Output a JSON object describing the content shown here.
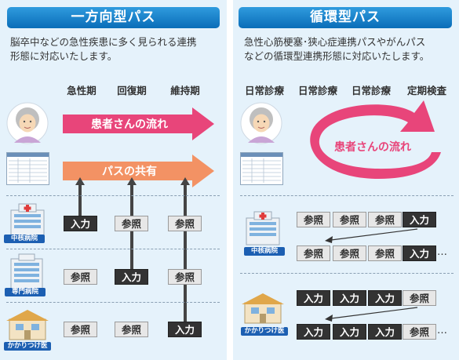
{
  "left": {
    "title": "一方向型パス",
    "description": "脳卒中などの急性疾患に多く見られる連携\n形態に対応いたします。",
    "phases": [
      "急性期",
      "回復期",
      "維持期"
    ],
    "arrow_patient_flow": "患者さんの流れ",
    "arrow_path_share": "パスの共有",
    "rows": [
      {
        "institution": "中核病院",
        "buttons": [
          "入力",
          "参照",
          "参照"
        ]
      },
      {
        "institution": "専門病院",
        "buttons": [
          "参照",
          "入力",
          "参照"
        ]
      },
      {
        "institution": "かかりつけ医",
        "buttons": [
          "参照",
          "参照",
          "入力"
        ]
      }
    ]
  },
  "right": {
    "title": "循環型パス",
    "description": "急性心筋梗塞･狭心症連携パスやがんパス\nなどの循環型連携形態に対応いたします。",
    "phases": [
      "日常診療",
      "日常診療",
      "日常診療",
      "定期検査"
    ],
    "cycle_label": "患者さんの流れ",
    "rows": [
      {
        "institution": "中核病院",
        "top_buttons": [
          "参照",
          "参照",
          "参照",
          "入力"
        ],
        "bottom_buttons": [
          "参照",
          "参照",
          "参照",
          "入力"
        ]
      },
      {
        "institution": "かかりつけ医",
        "top_buttons": [
          "入力",
          "入力",
          "入力",
          "参照"
        ],
        "bottom_buttons": [
          "入力",
          "入力",
          "入力",
          "参照"
        ]
      }
    ],
    "ellipsis": "…"
  },
  "colors": {
    "panel_bg": "#e5f2fb",
    "title_blue": "#1a7fcc",
    "pink": "#e8457a",
    "orange": "#f39264",
    "input_dark": "#333333",
    "label_blue": "#1c5fb2"
  }
}
